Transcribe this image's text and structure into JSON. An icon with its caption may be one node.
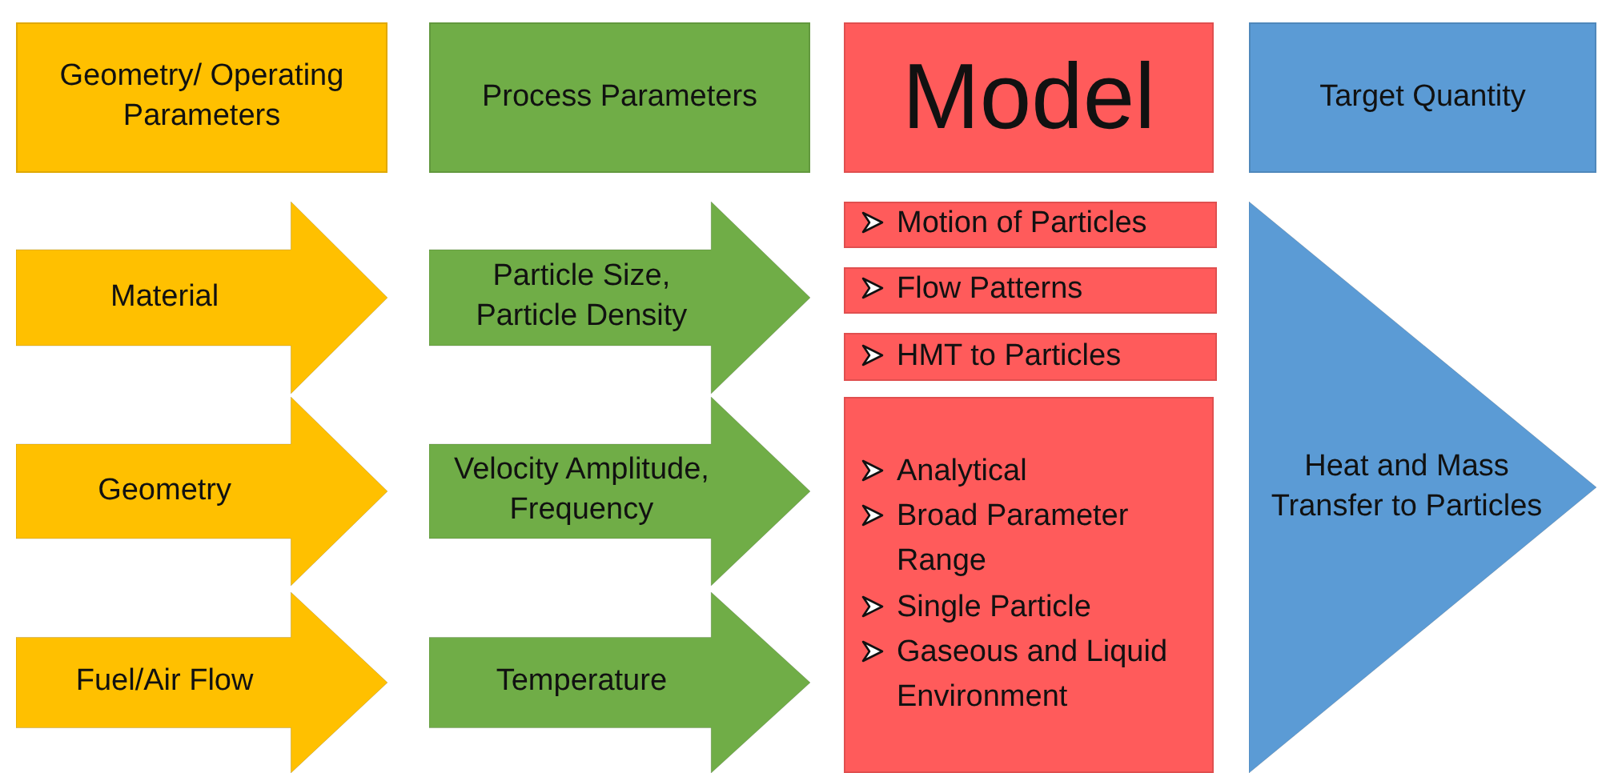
{
  "diagram": {
    "nodes": [
      {
        "text": [
          "Geometry/ Operating Parameters"
        ]
      },
      {
        "text": [
          "Process Parameters"
        ]
      },
      {
        "text": [
          "Model"
        ]
      },
      {
        "text": [
          "Target Quantity"
        ]
      },
      {
        "text": [
          "Material"
        ]
      },
      {
        "text": [
          "Geometry"
        ]
      },
      {
        "text": [
          "Fuel/Air Flow"
        ]
      },
      {
        "text": [
          "Particle Size, Particle Density"
        ]
      },
      {
        "text": [
          "Velocity Amplitude, Frequency"
        ]
      },
      {
        "text": [
          "Temperature"
        ]
      },
      {
        "text": [
          "Motion of Particles"
        ]
      },
      {
        "text": [
          "Flow Patterns"
        ]
      },
      {
        "text": [
          "HMT to Particles"
        ]
      },
      {
        "text": [
          "Analytical",
          "Broad Parameter Range",
          "Single Particle",
          "Gaseous and Liquid Environment"
        ]
      },
      {
        "text": [
          "Heat and Mass Transfer to Particles"
        ]
      }
    ]
  }
}
